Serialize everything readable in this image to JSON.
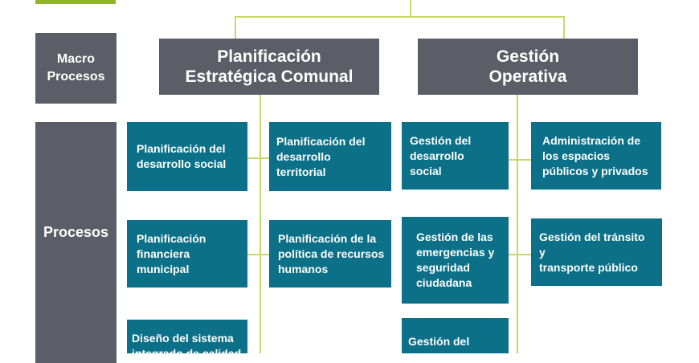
{
  "labels": {
    "macro": "Macro\nProcesos",
    "procesos": "Procesos"
  },
  "macro_processes": [
    {
      "title": "Planificación\nEstratégica Comunal"
    },
    {
      "title": "Gestión\nOperativa"
    }
  ],
  "processes": {
    "planificacion_left": [
      "Planificación del\ndesarrollo social",
      "Planificación\nfinanciera\nmunicipal",
      "Diseño del sistema\nintegrado de calidad"
    ],
    "planificacion_right": [
      "Planificación del\ndesarrollo\nterritorial",
      "Planificación de la\npolítica de recursos\nhumanos"
    ],
    "gestion_left": [
      "Gestión del\ndesarrollo social",
      "Gestión de las\nemergencias y\nseguridad\nciudadana",
      "Gestión del"
    ],
    "gestion_right": [
      "Administración de\nlos espacios\npúblicos y privados",
      "Gestión del tránsito y\ntransporte público"
    ]
  },
  "colors": {
    "accent_green": "#8fb52c",
    "connector": "#c9d86a",
    "macro_gray": "#5b5e66",
    "process_teal": "#0b7088"
  }
}
